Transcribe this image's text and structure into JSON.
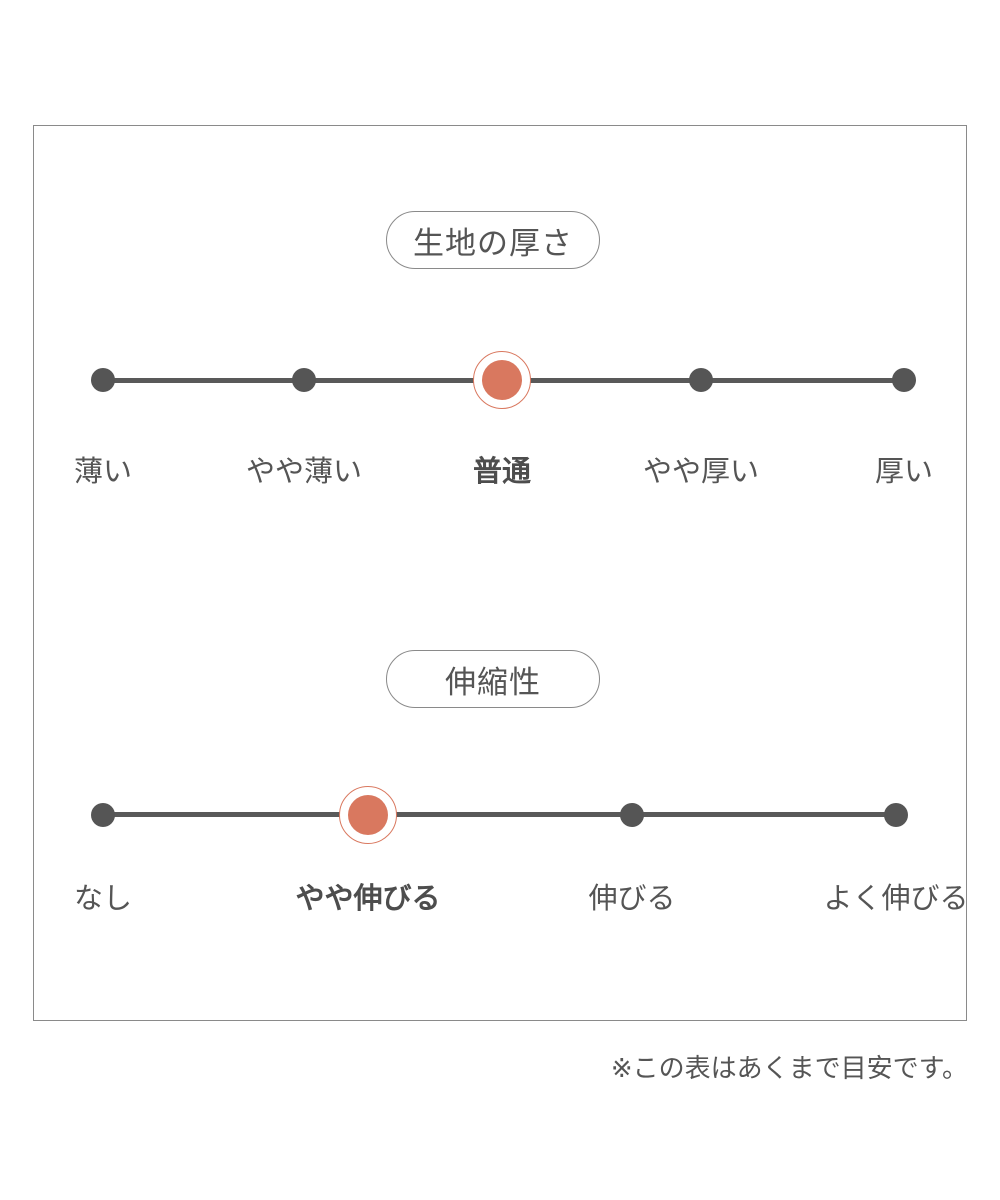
{
  "thickness": {
    "title": "生地の厚さ",
    "levels": [
      "薄い",
      "やや薄い",
      "普通",
      "やや厚い",
      "厚い"
    ],
    "selected_index": 2,
    "selected_label": "普通"
  },
  "stretch": {
    "title": "伸縮性",
    "levels": [
      "なし",
      "やや伸びる",
      "伸びる",
      "よく伸びる"
    ],
    "selected_index": 1,
    "selected_label": "やや伸びる"
  },
  "note": "※この表はあくまで目安です。",
  "colors": {
    "accent": "#d9785f",
    "line": "#595959",
    "text": "#555555",
    "border": "#8a8a8a"
  }
}
